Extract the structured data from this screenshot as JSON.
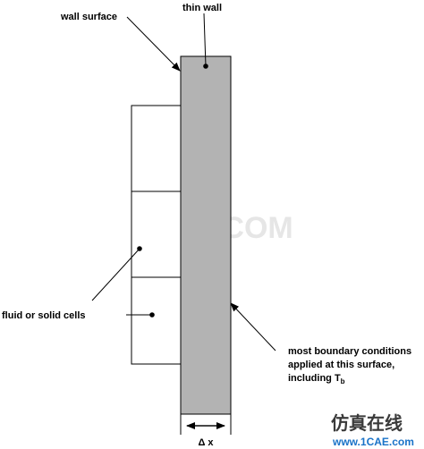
{
  "labels": {
    "thin_wall": "thin wall",
    "wall_surface": "wall surface",
    "fluid_or_solid_cells": "fluid or solid cells",
    "most_boundary_line1": "most boundary conditions",
    "most_boundary_line2": "applied at this surface,",
    "most_boundary_line3": "including T",
    "most_boundary_subscript": "b",
    "delta_x": "Δ x"
  },
  "watermark": {
    "center_text": "1CAE.COM",
    "logo_cn": "仿真在线",
    "logo_url": "www.1CAE.com"
  },
  "colors": {
    "wall_fill": "#b3b3b3",
    "stroke": "#000000",
    "watermark": "#e6e6e6",
    "logo_blue": "#1a73c8"
  }
}
